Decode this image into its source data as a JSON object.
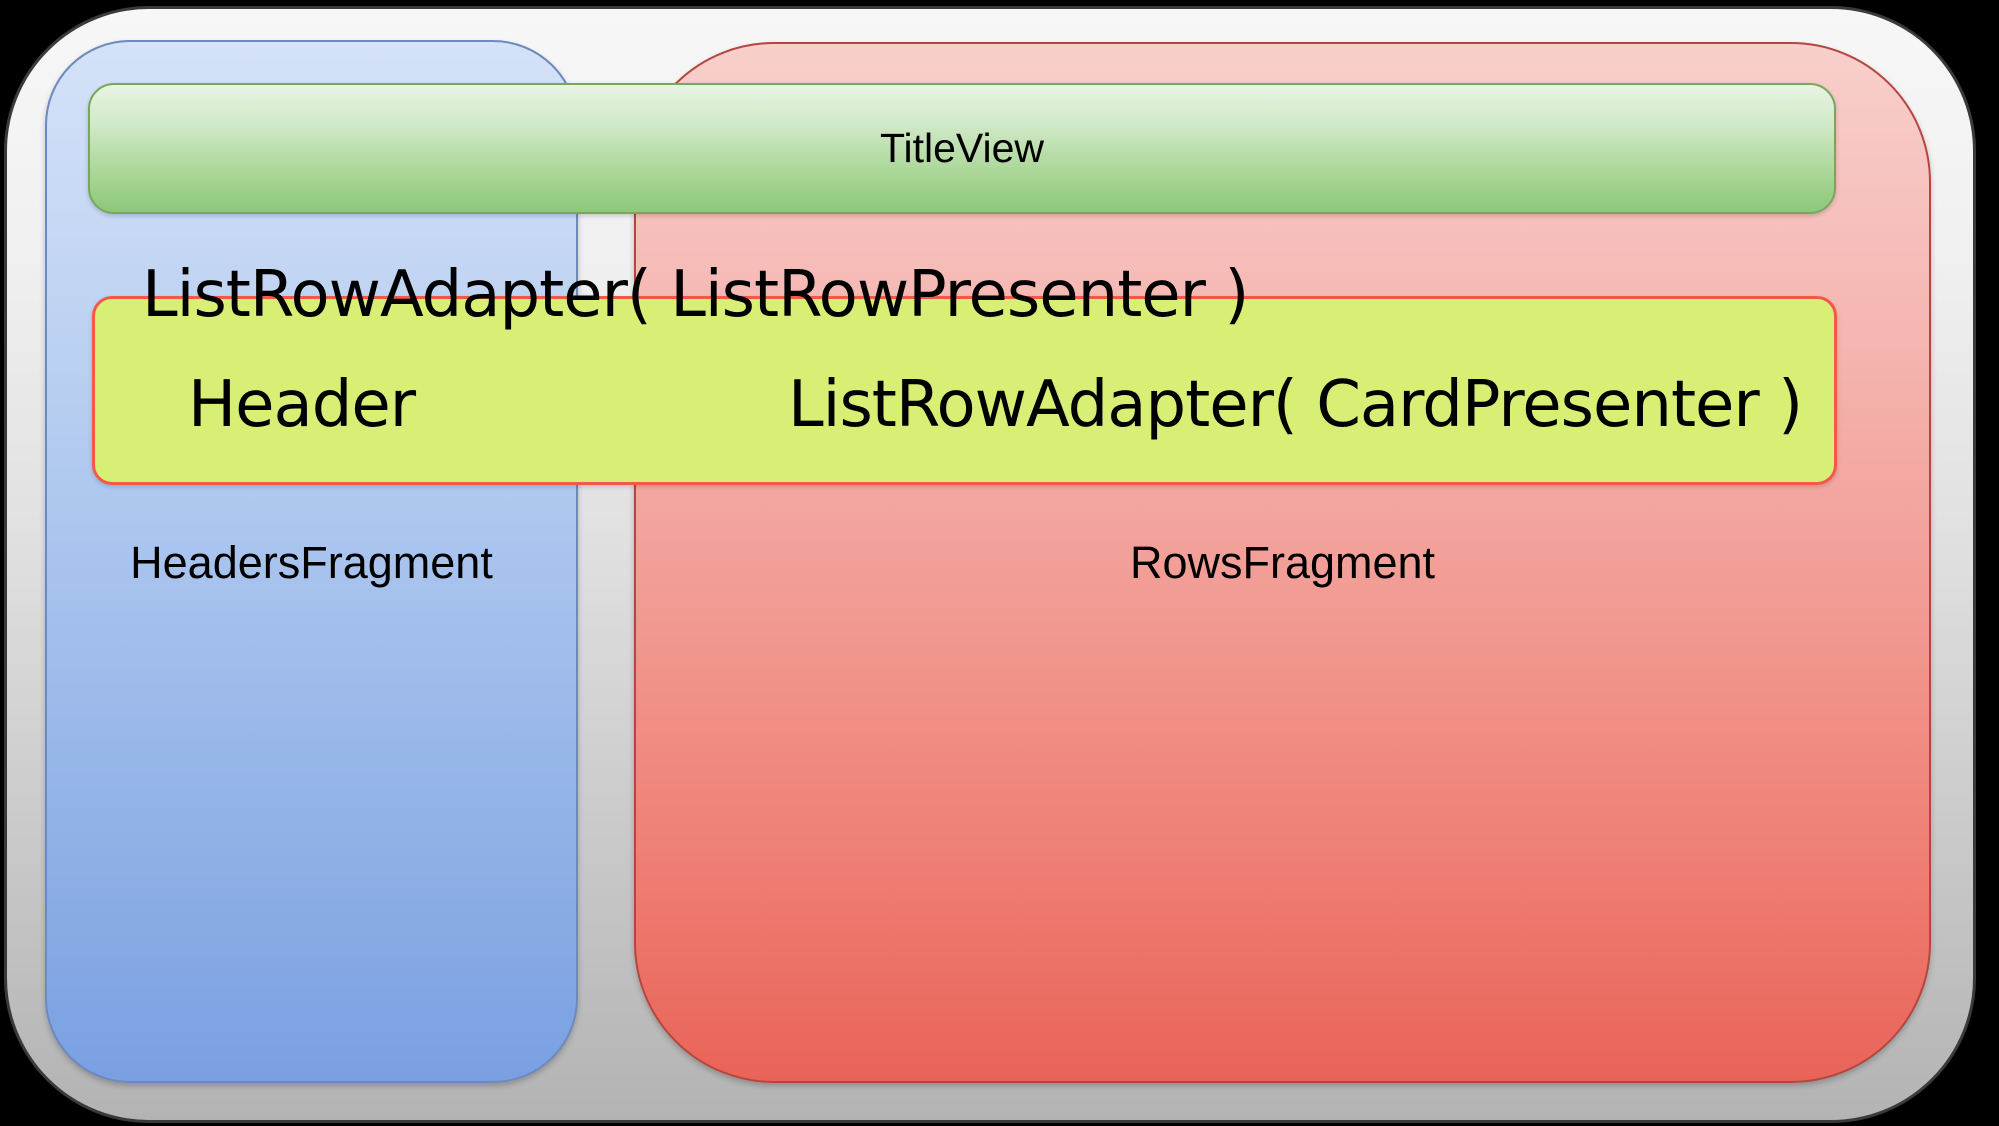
{
  "diagram": {
    "description": "Android Leanback BrowseFragment structure diagram",
    "title_view": {
      "label": "TitleView"
    },
    "list_row_adapter_label": "ListRowAdapter( ListRowPresenter )",
    "list_row": {
      "header_label": "Header",
      "card_adapter_label": "ListRowAdapter( CardPresenter )"
    },
    "headers_fragment": {
      "label": "HeadersFragment"
    },
    "rows_fragment": {
      "label": "RowsFragment"
    },
    "colors": {
      "page_background": "#000000",
      "container_fill_top": "#f7f7f7",
      "container_fill_bottom": "#b3b3b3",
      "container_border": "#3a3a3a",
      "headers_fragment_fill_top": "#d5e2f8",
      "headers_fragment_fill_bottom": "#7aa0e2",
      "headers_fragment_border": "#6d89bf",
      "rows_fragment_fill_top": "#f8cfcc",
      "rows_fragment_fill_bottom": "#e96358",
      "rows_fragment_border": "#b5463e",
      "title_view_fill_top": "#e8f4e4",
      "title_view_fill_bottom": "#8cc87b",
      "title_view_border": "#79a65e",
      "list_row_fill": "#d7ef74",
      "list_row_border": "#f5574d",
      "text": "#000000"
    }
  }
}
